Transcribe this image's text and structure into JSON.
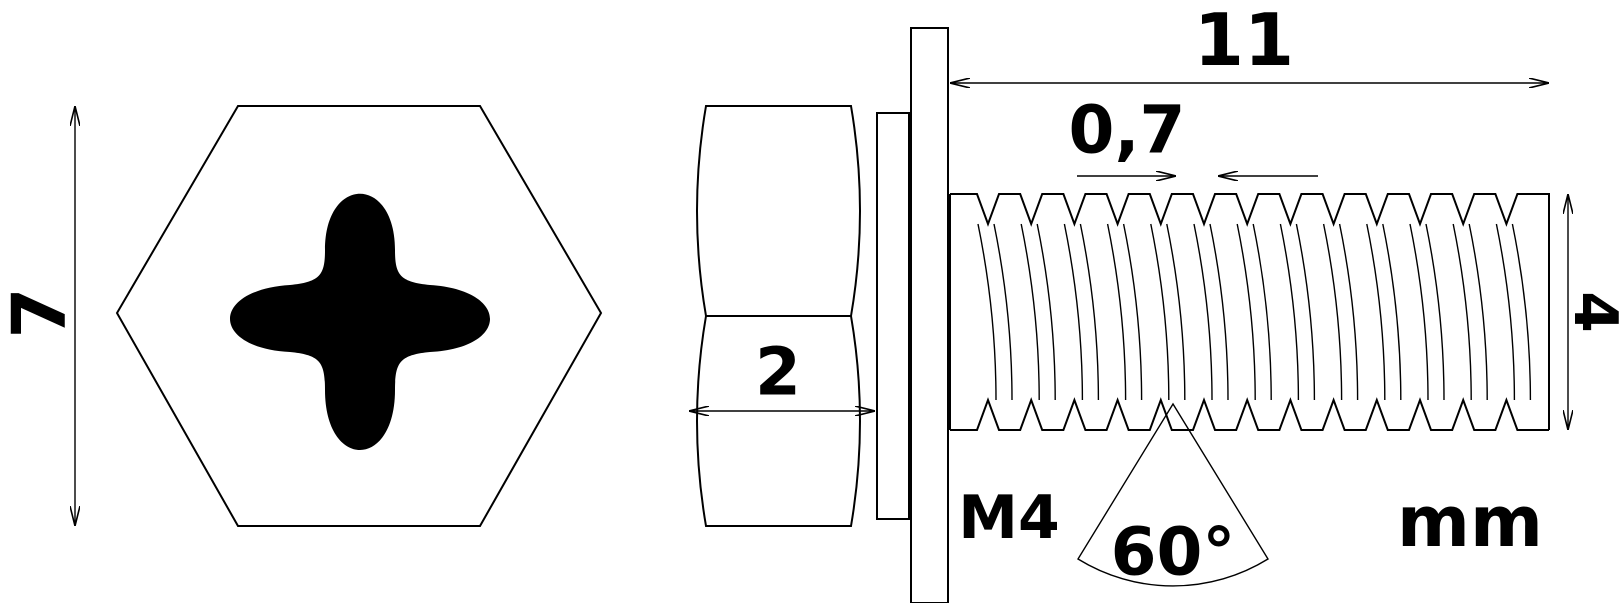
{
  "labels": {
    "head_width": "7",
    "head_height": "2",
    "length": "11",
    "pitch": "0,7",
    "diameter": "4",
    "thread": "M4",
    "angle": "60°",
    "unit": "mm"
  },
  "colors": {
    "ink": "#000000",
    "background": "#ffffff"
  },
  "icons": {
    "drive": "phillips-cross-icon"
  }
}
